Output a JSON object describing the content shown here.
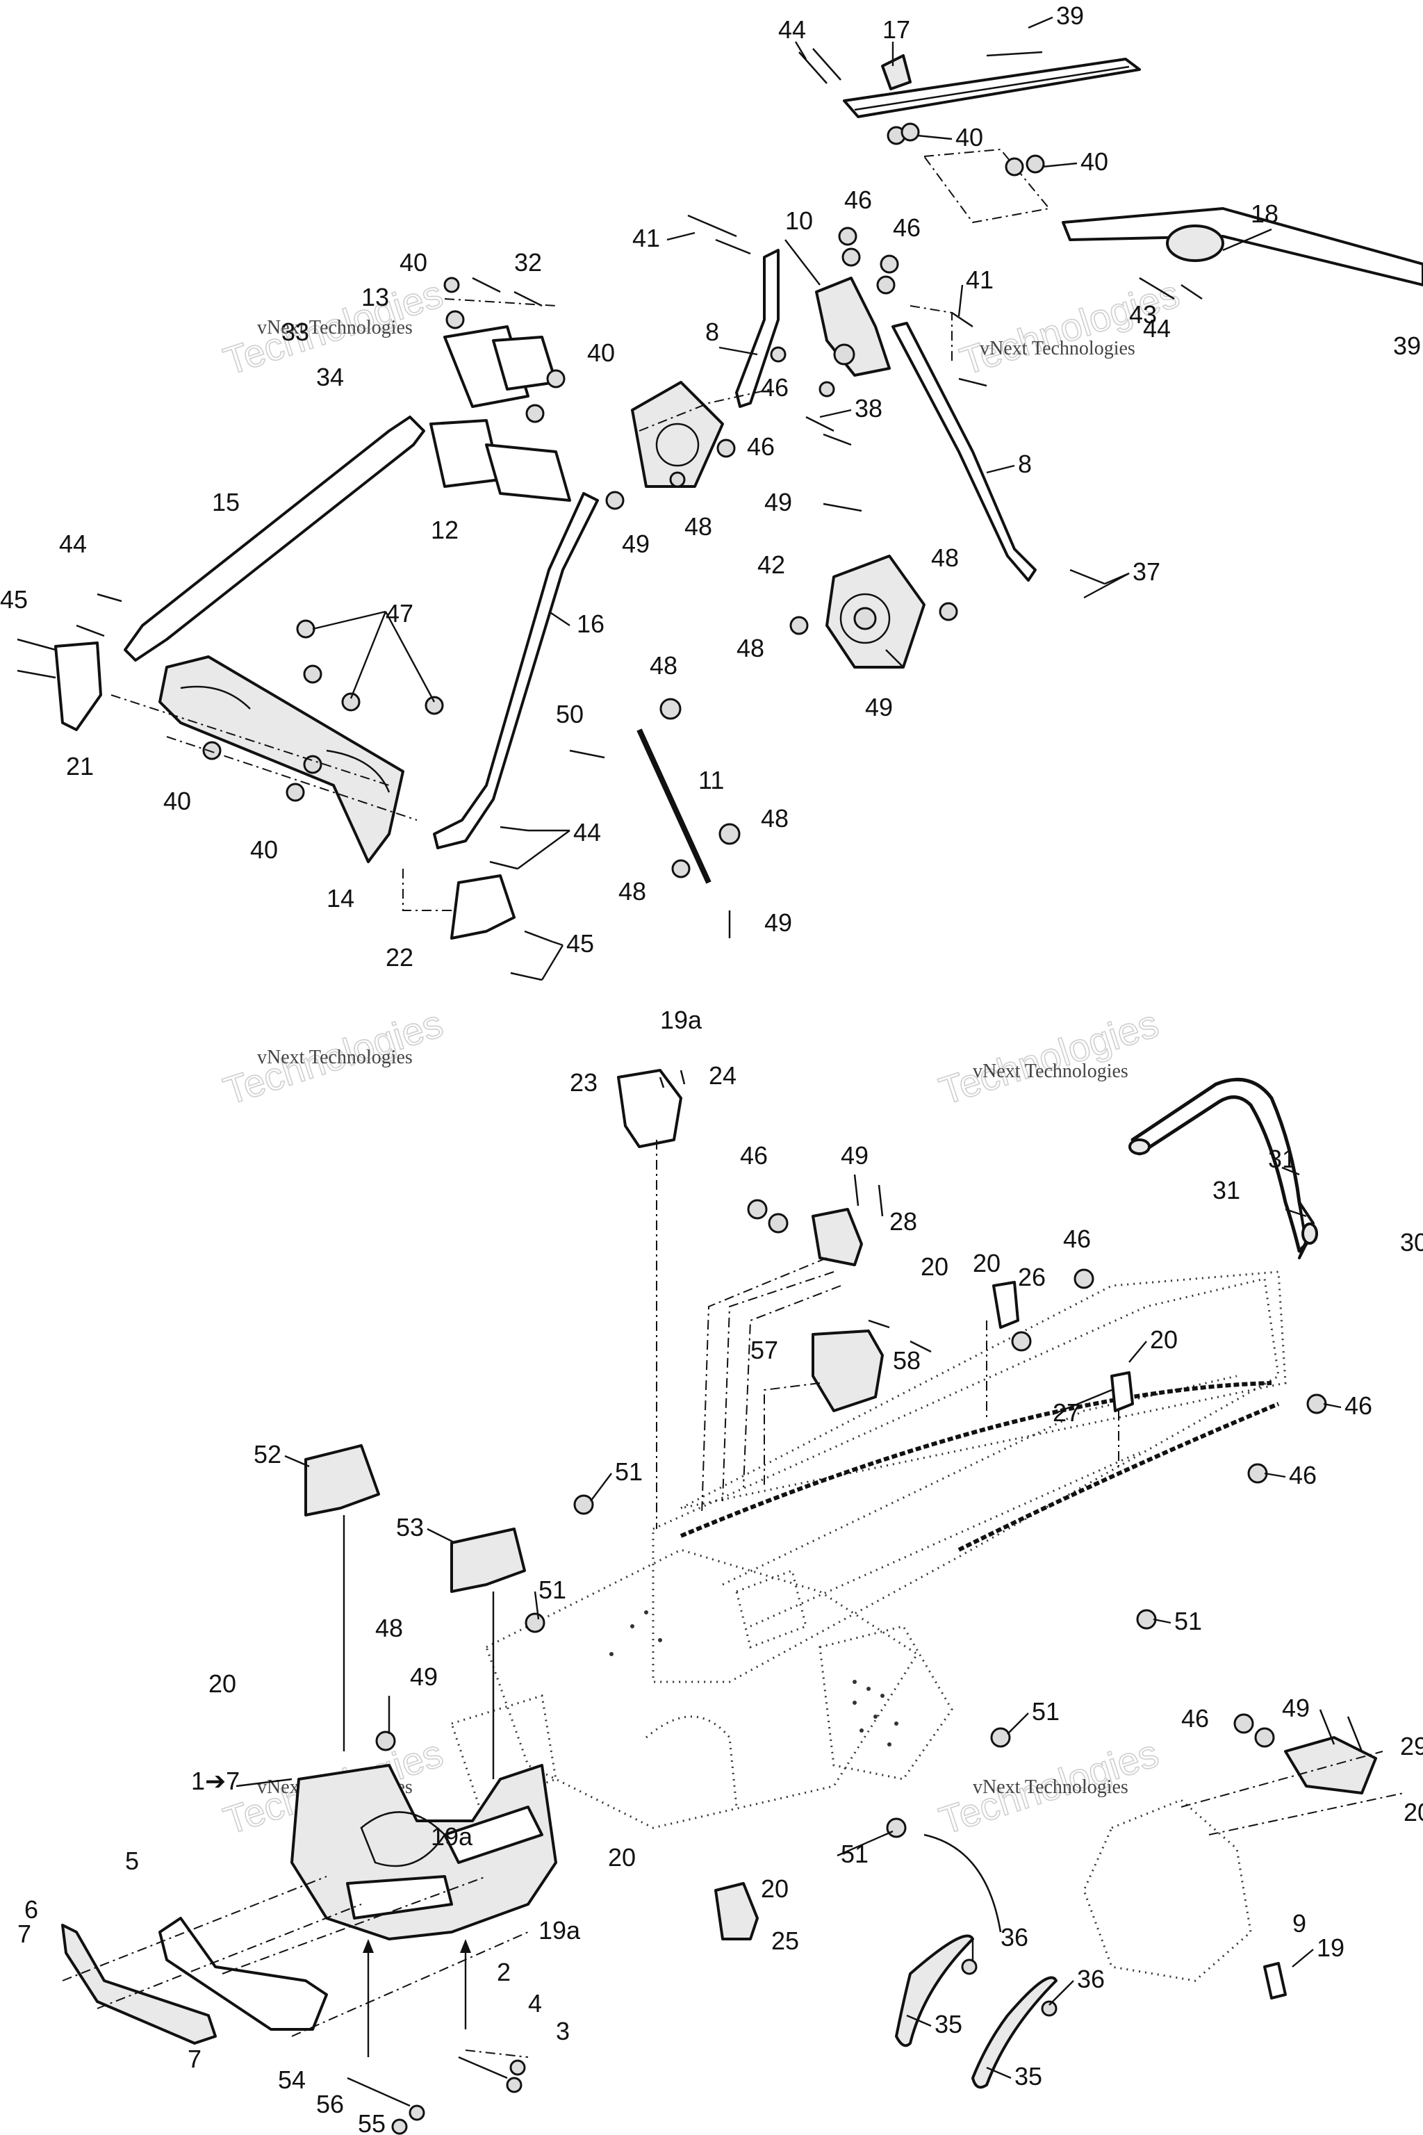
{
  "watermark": {
    "line1": "vNext Technologies",
    "line2": "Technologies"
  },
  "callouts": {
    "c1to7": "1➔7",
    "c2": "2",
    "c3": "3",
    "c4": "4",
    "c5": "5",
    "c6": "6",
    "c7": "7",
    "c8": "8",
    "c9": "9",
    "c10": "10",
    "c11": "11",
    "c12": "12",
    "c13": "13",
    "c14": "14",
    "c15": "15",
    "c16": "16",
    "c17": "17",
    "c18": "18",
    "c19": "19",
    "c19a": "19a",
    "c20": "20",
    "c21": "21",
    "c22": "22",
    "c23": "23",
    "c24": "24",
    "c25": "25",
    "c26": "26",
    "c27": "27",
    "c28": "28",
    "c29": "29",
    "c30": "30",
    "c31": "31",
    "c32": "32",
    "c33": "33",
    "c34": "34",
    "c35": "35",
    "c36": "36",
    "c37": "37",
    "c38": "38",
    "c39": "39",
    "c40": "40",
    "c41": "41",
    "c42": "42",
    "c43": "43",
    "c44": "44",
    "c45": "45",
    "c46": "46",
    "c47": "47",
    "c48": "48",
    "c49": "49",
    "c50": "50",
    "c51": "51",
    "c52": "52",
    "c53": "53",
    "c54": "54",
    "c55": "55",
    "c56": "56",
    "c57": "57",
    "c58": "58"
  }
}
